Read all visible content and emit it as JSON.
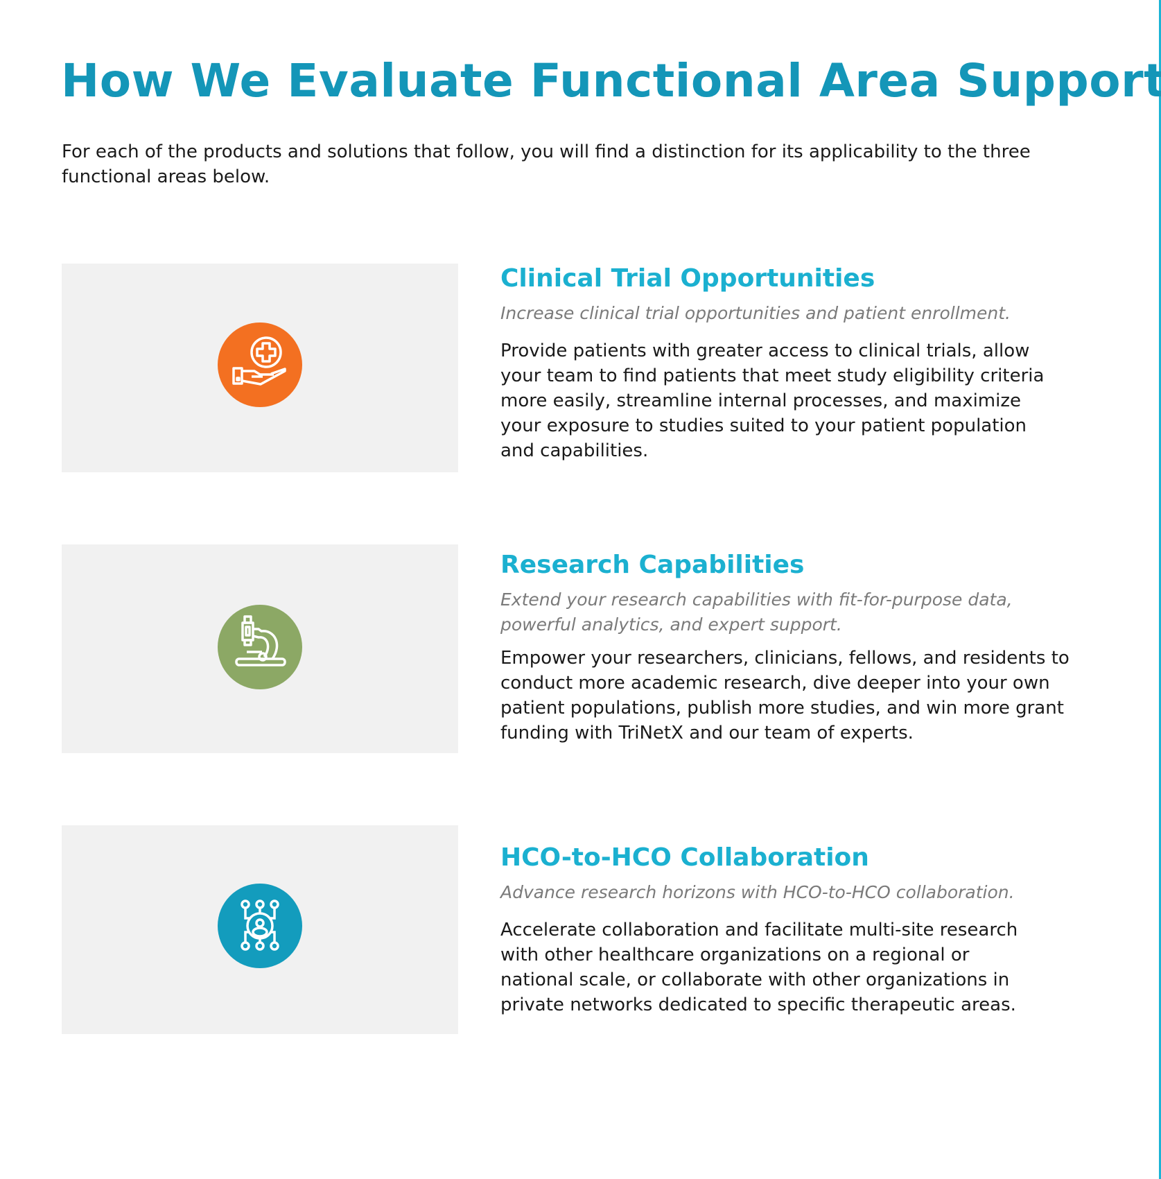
{
  "title": "How We Evaluate Functional Area Support",
  "intro_lines": [
    "For each of the products and solutions that follow, you will find a distinction for its applicability to the three",
    "functional areas below."
  ],
  "colors": {
    "accent": "#1496B8",
    "heading": "#1BB0D0",
    "orange": "#F37021",
    "green": "#8CA865",
    "blue": "#139CBD"
  },
  "sections": [
    {
      "icon": "hand-medical-cross-icon",
      "heading": "Clinical Trial Opportunities",
      "subtitle_lines": [
        "Increase clinical trial opportunities and patient enrollment."
      ],
      "body_lines": [
        "Provide patients with greater access to clinical trials, allow",
        "your team to find patients that meet study eligibility criteria",
        "more easily, streamline internal processes, and maximize",
        "your exposure to studies suited to your patient population",
        "and capabilities."
      ]
    },
    {
      "icon": "microscope-icon",
      "heading": "Research Capabilities",
      "subtitle_lines": [
        "Extend your research capabilities with fit-for-purpose data,",
        "powerful analytics, and expert support."
      ],
      "body_lines": [
        "Empower your researchers, clinicians, fellows, and residents to",
        "conduct more academic research, dive deeper into your own",
        "patient populations, publish more studies, and win more grant",
        "funding with TriNetX and our team of experts."
      ]
    },
    {
      "icon": "network-person-icon",
      "heading": "HCO-to-HCO Collaboration",
      "subtitle_lines": [
        "Advance research horizons with HCO-to-HCO collaboration."
      ],
      "body_lines": [
        "Accelerate collaboration and facilitate multi-site research",
        "with other healthcare organizations on a regional or",
        "national scale, or collaborate with other organizations in",
        "private networks dedicated to specific therapeutic areas."
      ]
    }
  ]
}
